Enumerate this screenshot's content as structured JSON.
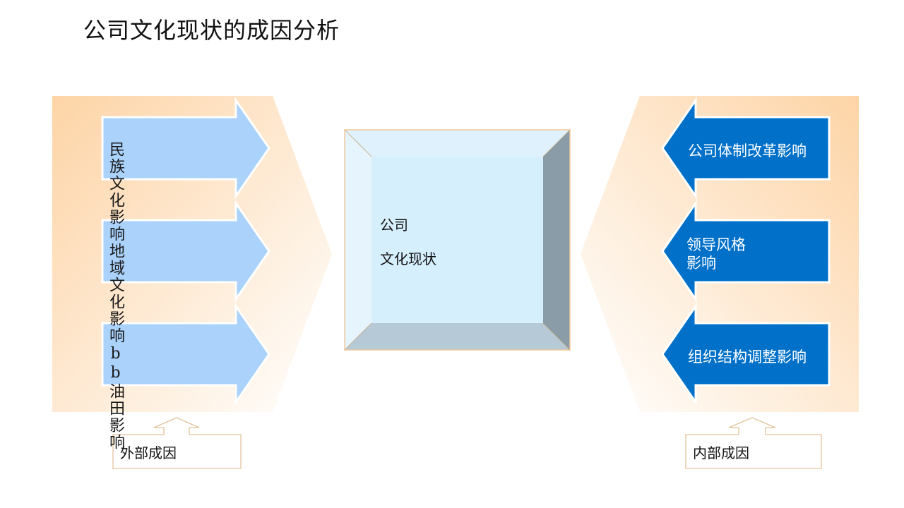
{
  "title": "公司文化现状的成因分析",
  "external": {
    "items": [
      "民族文化影响",
      "地域文化影响",
      "bb油田影响"
    ],
    "label": "外部成因"
  },
  "center": {
    "line1": "公司",
    "line2": "文化现状"
  },
  "internal": {
    "items": [
      "公司体制改革影响",
      "领导风格",
      "影响",
      "组织结构调整影响"
    ],
    "label": "内部成因"
  },
  "colors": {
    "left_arrow": "#aad2fb",
    "right_arrow": "#0070c8",
    "panel_start": "#fdd4a6",
    "panel_end": "#ffffff"
  }
}
